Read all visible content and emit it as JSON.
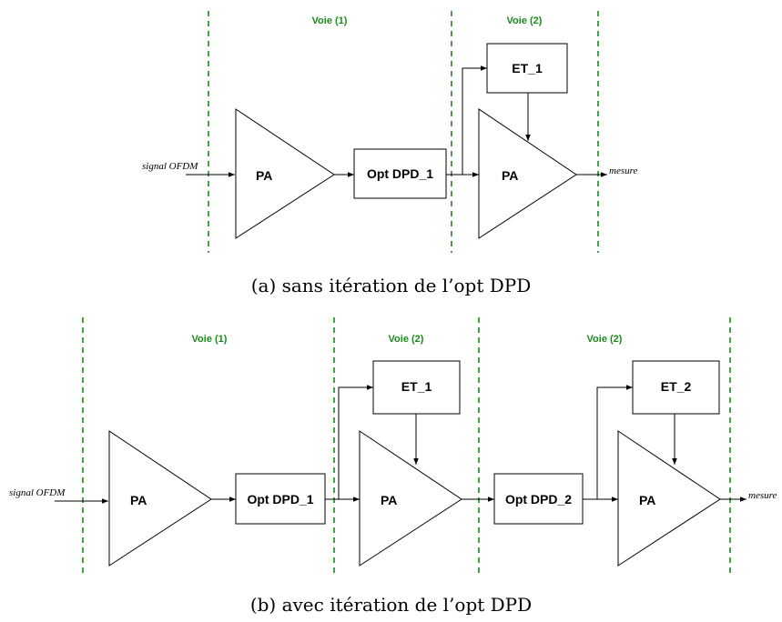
{
  "colors": {
    "voie_line": "#1a8a1a",
    "voie_text": "#1a8a1a",
    "stroke": "#000000"
  },
  "diagram_a": {
    "input_label": "signal OFDM",
    "output_label": "mesure",
    "voies": [
      "Voie (1)",
      "Voie (2)"
    ],
    "pa_label": "PA",
    "dpd_labels": [
      "Opt DPD_1"
    ],
    "et_labels": [
      "ET_1"
    ],
    "caption": "(a) sans itération de l’opt DPD"
  },
  "diagram_b": {
    "input_label": "signal OFDM",
    "output_label": "mesure",
    "voies": [
      "Voie (1)",
      "Voie (2)",
      "Voie (2)"
    ],
    "pa_label": "PA",
    "dpd_labels": [
      "Opt DPD_1",
      "Opt DPD_2"
    ],
    "et_labels": [
      "ET_1",
      "ET_2"
    ],
    "caption": "(b) avec itération de l’opt DPD"
  }
}
